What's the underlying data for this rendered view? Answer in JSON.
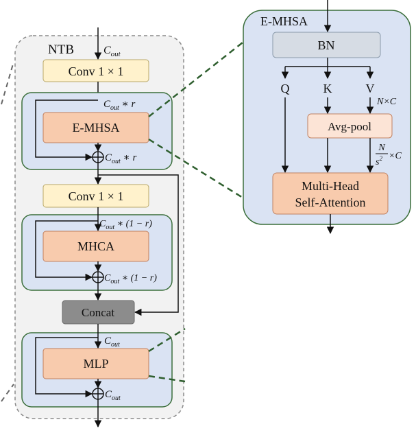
{
  "ntb": {
    "title": "NTB",
    "c_top": "C",
    "c_top_sub": "out",
    "conv1": "Conv 1 × 1",
    "emhsa_block": "E-MHSA",
    "c_emhsa_in": "C",
    "c_emhsa_in_sub": "out",
    "c_emhsa_in_suffix": " ∗ r",
    "c_emhsa_out": "C",
    "c_emhsa_out_sub": "out",
    "c_emhsa_out_suffix": " ∗ r",
    "conv2": "Conv 1 × 1",
    "mhca_block": "MHCA",
    "c_mhca_in": "C",
    "c_mhca_in_sub": "out",
    "c_mhca_in_suffix": " ∗ (1 − r)",
    "c_mhca_out": "C",
    "c_mhca_out_sub": "out",
    "c_mhca_out_suffix": " ∗ (1 − r)",
    "concat": "Concat",
    "c_mlp_in": "C",
    "c_mlp_in_sub": "out",
    "mlp_block": "MLP",
    "c_mlp_out": "C",
    "c_mlp_out_sub": "out"
  },
  "emhsa_detail": {
    "title": "E-MHSA",
    "bn": "BN",
    "q": "Q",
    "k": "K",
    "v": "V",
    "nxc": "N×C",
    "avgpool": "Avg-pool",
    "frac_num": "N",
    "frac_den": "s",
    "frac_exp": "2",
    "frac_suffix": "×C",
    "mha_line1": "Multi-Head",
    "mha_line2": "Self-Attention"
  },
  "colors": {
    "ntb_bg": "#f2f2f2",
    "block_blue": "#dae3f3",
    "block_border": "#3a6e3a",
    "orange": "#f8cbad",
    "yellow": "#fff2cc",
    "gray": "#8c8c8c",
    "bn_gray": "#d6dce4",
    "dash_green": "#2f5f2f"
  }
}
